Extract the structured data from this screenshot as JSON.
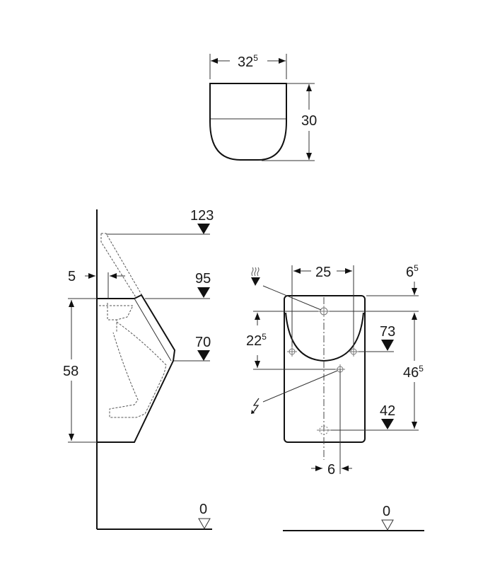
{
  "top_view": {
    "width": {
      "main": "32",
      "sup": "5"
    },
    "depth": {
      "main": "30"
    }
  },
  "side_view": {
    "wall_offset": {
      "main": "5"
    },
    "height_top": {
      "main": "123"
    },
    "height_rim": {
      "main": "95"
    },
    "height_front": {
      "main": "70"
    },
    "body_height": {
      "main": "58"
    },
    "floor_level": {
      "main": "0"
    }
  },
  "front_view": {
    "fixing_spacing": {
      "main": "25"
    },
    "top_offset": {
      "main": "6",
      "sup": "5"
    },
    "supply_to_power": {
      "main": "22",
      "sup": "5"
    },
    "fixing_height": {
      "main": "73"
    },
    "supply_to_outlet": {
      "main": "46",
      "sup": "5"
    },
    "outlet_height": {
      "main": "42"
    },
    "power_offset": {
      "main": "6"
    },
    "floor_level": {
      "main": "0"
    },
    "water_supply_icon": "heat-waves-icon",
    "power_icon": "lightning-icon"
  }
}
